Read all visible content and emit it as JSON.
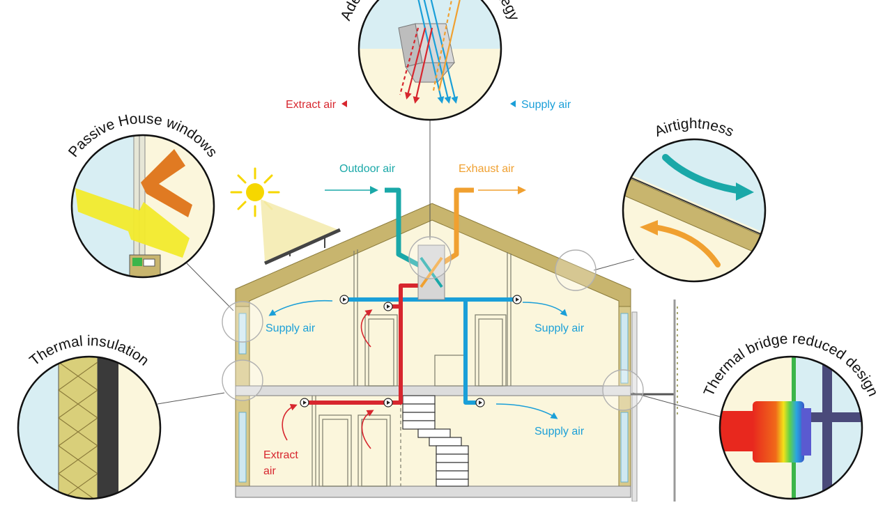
{
  "colors": {
    "supply": "#1a9fd8",
    "extract": "#d7262e",
    "outdoor": "#1aa8a8",
    "exhaust": "#f0a030",
    "wall": "#c8b56e",
    "interior": "#fbf6dc",
    "sun": "#f6d700",
    "bg": "#ffffff"
  },
  "labels": {
    "extract_air_top": "Extract air",
    "supply_air_top": "Supply air",
    "outdoor_air": "Outdoor air",
    "exhaust_air": "Exhaust air",
    "supply_air_upper_left": "Supply air",
    "supply_air_upper_right": "Supply air",
    "supply_air_lower_right": "Supply air",
    "extract_air_lower": [
      "Extract",
      "air"
    ]
  },
  "callouts": {
    "top": "Adequate heat recovery strategy",
    "windows": "Passive House windows",
    "airtightness": "Airtightness",
    "insulation": "Thermal insulation",
    "thermal_bridge": "Thermal bridge reduced design"
  },
  "icons": [
    "sun-icon",
    "solar-panel-icon",
    "heat-exchanger-icon",
    "vent-valve-icon"
  ]
}
